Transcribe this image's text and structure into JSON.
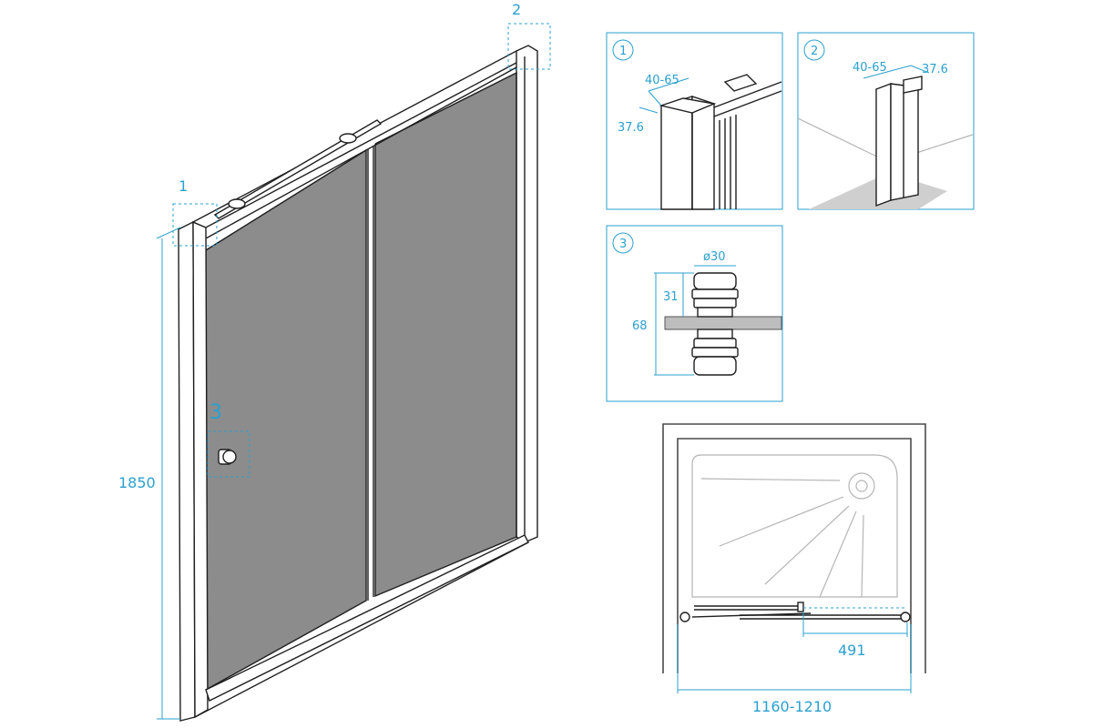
{
  "main": {
    "callout_1": "1",
    "callout_2": "2",
    "callout_3": "3",
    "height_label": "1850"
  },
  "detail_1": {
    "badge": "1",
    "width_label": "40-65",
    "depth_label": "37.6"
  },
  "detail_2": {
    "badge": "2",
    "width_label": "40-65",
    "depth_label": "37.6"
  },
  "detail_3": {
    "badge": "3",
    "diameter_label": "ø30",
    "knob_height_label": "31",
    "total_height_label": "68"
  },
  "plan": {
    "opening_label": "491",
    "width_label": "1160-1210"
  },
  "colors": {
    "dimension": "#2aa0cf",
    "glass": "#8c8c8c",
    "ink": "#1f1f1f"
  }
}
